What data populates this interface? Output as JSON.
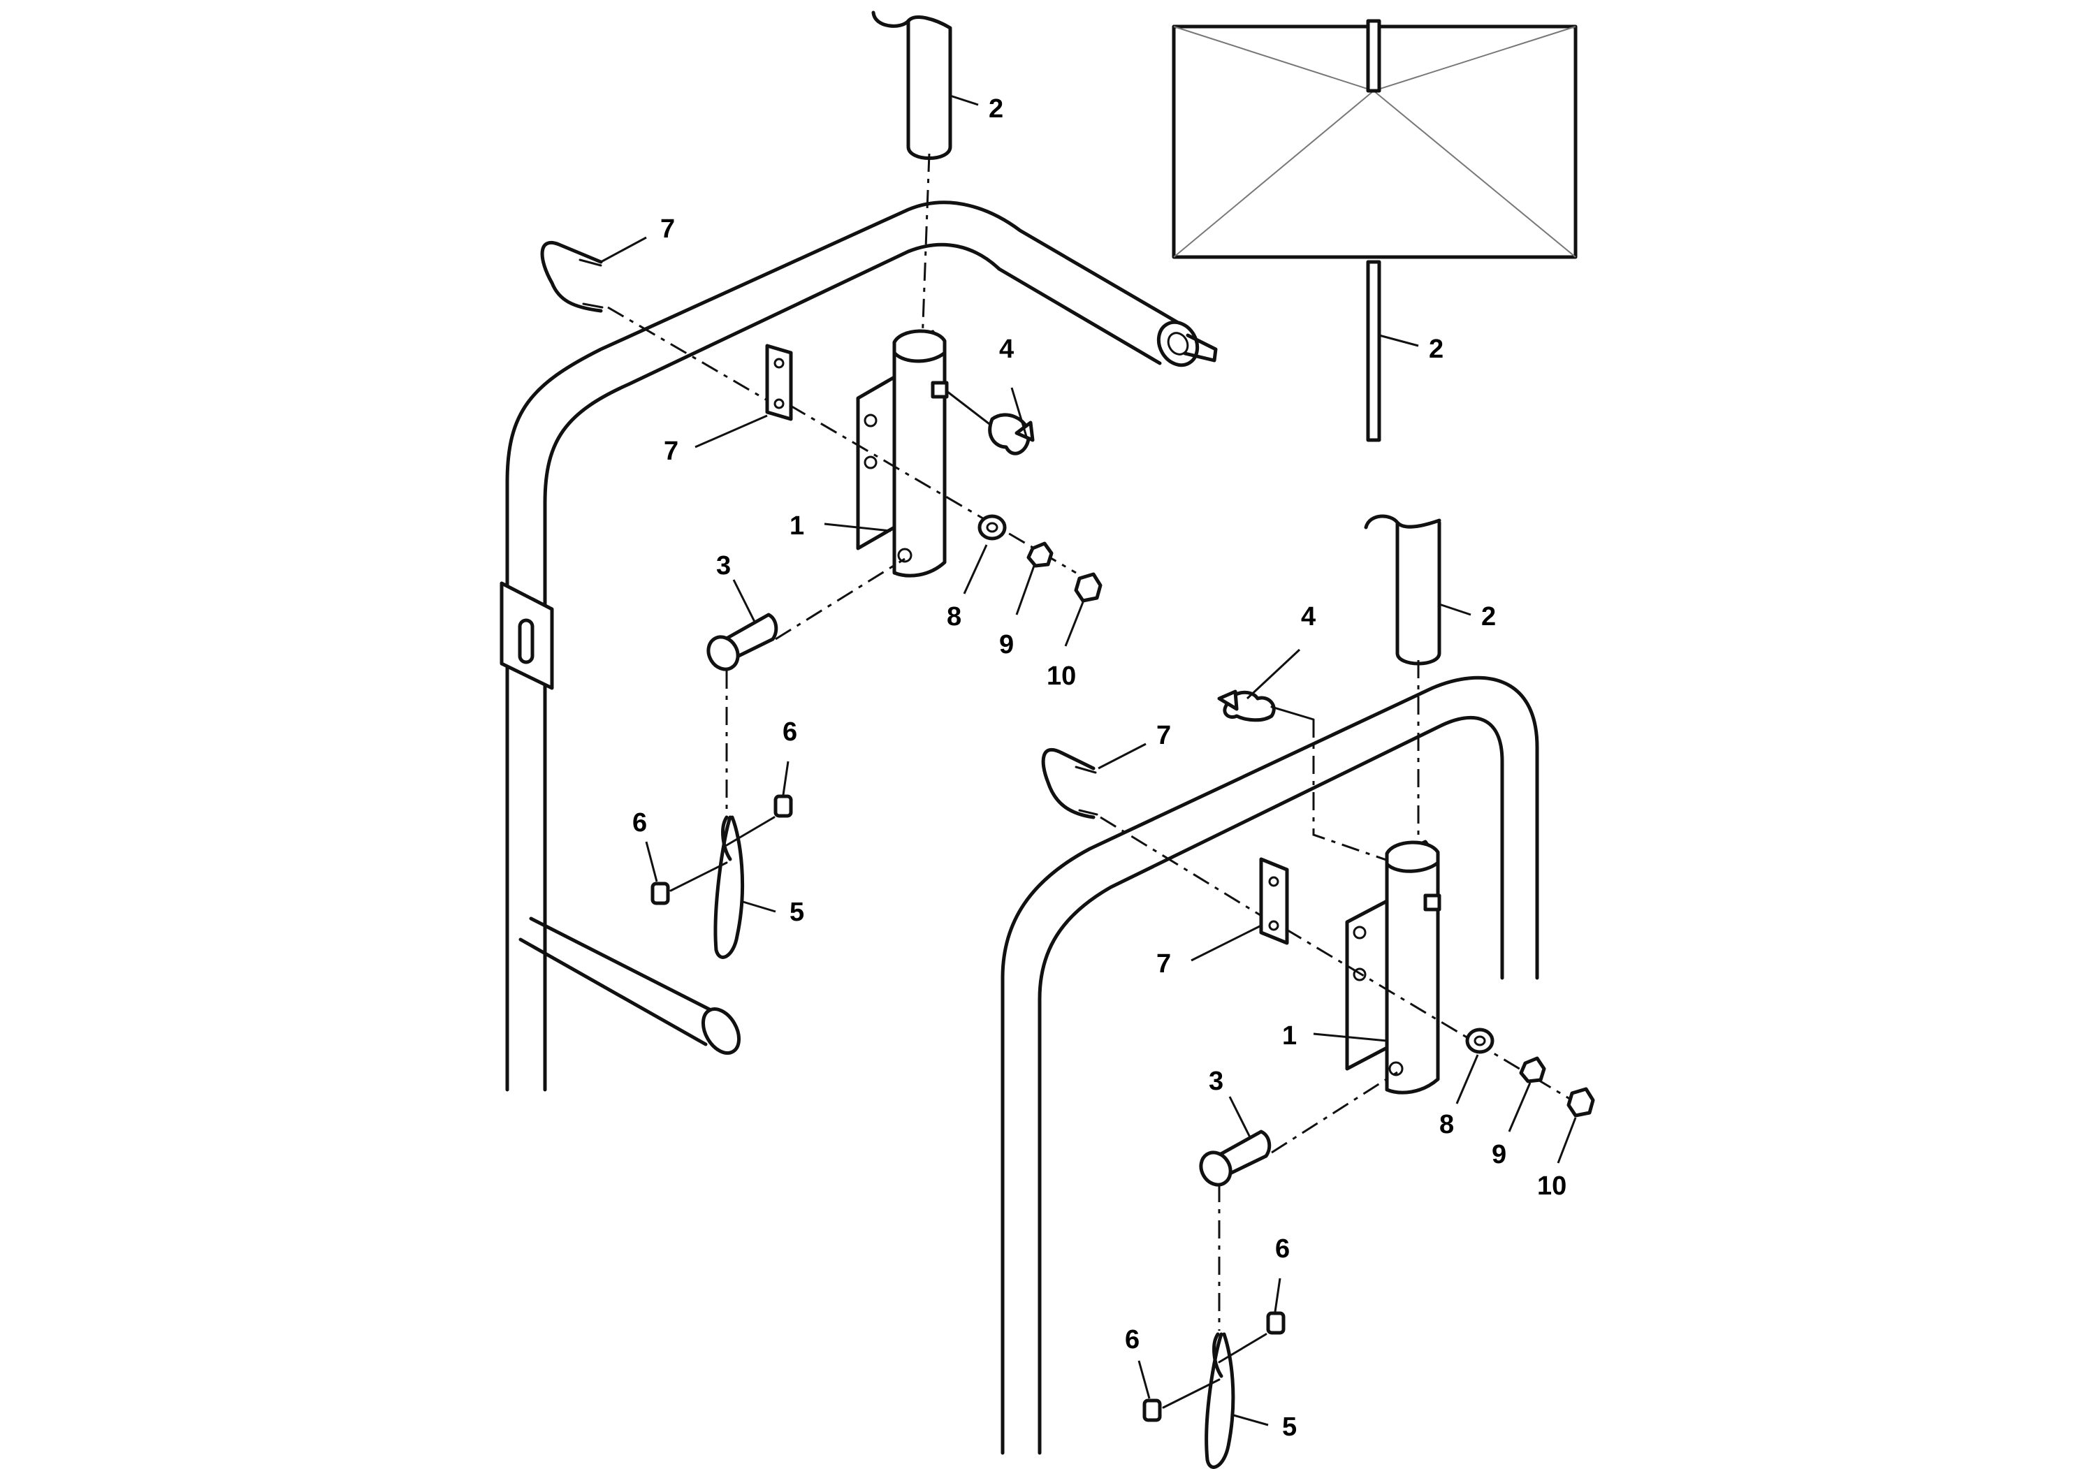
{
  "callouts": {
    "left": {
      "c2": "2",
      "c7_hook": "7",
      "c7_plate": "7",
      "c4": "4",
      "c1": "1",
      "c3": "3",
      "c8": "8",
      "c9": "9",
      "c10": "10",
      "c6_upper": "6",
      "c6_lower": "6",
      "c5": "5"
    },
    "inset": {
      "c2": "2"
    },
    "right": {
      "c2": "2",
      "c4": "4",
      "c7_hook": "7",
      "c7_plate": "7",
      "c1": "1",
      "c3": "3",
      "c8": "8",
      "c9": "9",
      "c10": "10",
      "c6_upper": "6",
      "c6_lower": "6",
      "c5": "5"
    }
  }
}
